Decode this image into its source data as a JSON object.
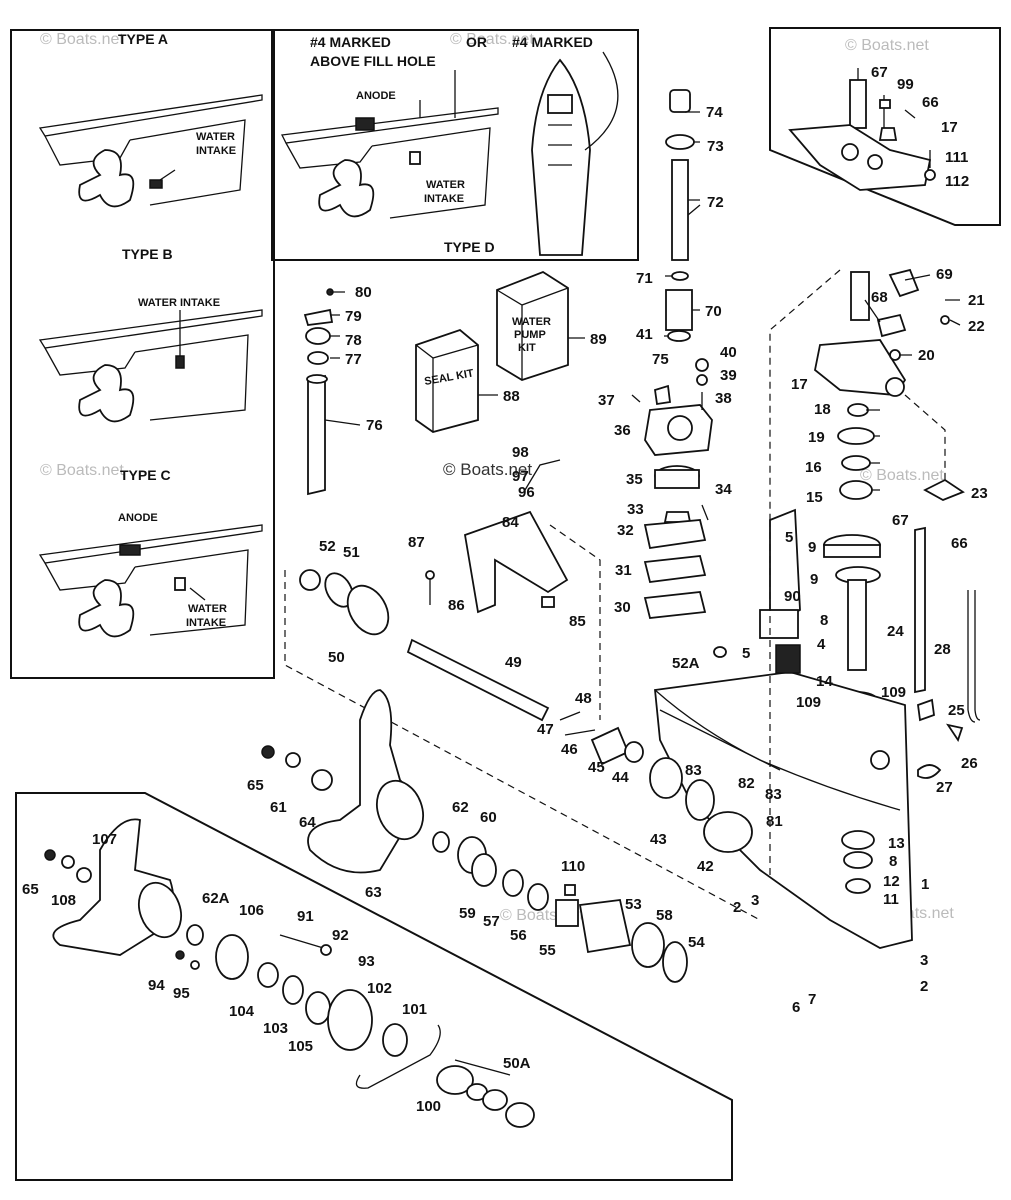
{
  "watermark": "© Boats.net",
  "watermark_inline": "© Boats.net",
  "inset_captions": {
    "type_a": "TYPE A",
    "type_b": "TYPE B",
    "type_c": "TYPE C",
    "type_d": "TYPE D",
    "water_intake_a_1": "WATER",
    "water_intake_a_2": "INTAKE",
    "water_intake_b": "WATER INTAKE",
    "anode_c": "ANODE",
    "water_intake_c_1": "WATER",
    "water_intake_c_2": "INTAKE",
    "marked_1": "#4 MARKED",
    "marked_2": "ABOVE FILL HOLE",
    "or": "OR",
    "marked_3": "#4 MARKED",
    "anode_d": "ANODE",
    "water_intake_d_1": "WATER",
    "water_intake_d_2": "INTAKE"
  },
  "box_labels": {
    "seal_kit": "SEAL KIT",
    "water_pump_kit_1": "WATER",
    "water_pump_kit_2": "PUMP",
    "water_pump_kit_3": "KIT"
  },
  "callouts": {
    "n1": "1",
    "n2a": "2",
    "n2b": "2",
    "n3a": "3",
    "n3b": "3",
    "n4": "4",
    "n5a": "5",
    "n5b": "5",
    "n6": "6",
    "n7": "7",
    "n8a": "8",
    "n8b": "8",
    "n9a": "9",
    "n9b": "9",
    "n11": "11",
    "n12": "12",
    "n13": "13",
    "n14": "14",
    "n15": "15",
    "n16": "16",
    "n17a": "17",
    "n17b": "17",
    "n18": "18",
    "n19": "19",
    "n20": "20",
    "n21": "21",
    "n22": "22",
    "n23": "23",
    "n24": "24",
    "n25": "25",
    "n26": "26",
    "n27": "27",
    "n28": "28",
    "n30": "30",
    "n31": "31",
    "n32": "32",
    "n33": "33",
    "n34": "34",
    "n35": "35",
    "n36": "36",
    "n37": "37",
    "n38": "38",
    "n39": "39",
    "n40": "40",
    "n41": "41",
    "n42": "42",
    "n43": "43",
    "n44": "44",
    "n45": "45",
    "n46": "46",
    "n47": "47",
    "n48": "48",
    "n49": "49",
    "n50": "50",
    "n50a": "50A",
    "n51": "51",
    "n52": "52",
    "n52a": "52A",
    "n53": "53",
    "n54": "54",
    "n55": "55",
    "n56": "56",
    "n57": "57",
    "n58": "58",
    "n59": "59",
    "n60": "60",
    "n61": "61",
    "n62": "62",
    "n62a": "62A",
    "n63": "63",
    "n64": "64",
    "n65a": "65",
    "n65b": "65",
    "n66a": "66",
    "n66b": "66",
    "n67a": "67",
    "n67b": "67",
    "n68": "68",
    "n69": "69",
    "n70": "70",
    "n71": "71",
    "n72": "72",
    "n73": "73",
    "n74": "74",
    "n75": "75",
    "n76": "76",
    "n77": "77",
    "n78": "78",
    "n79": "79",
    "n80": "80",
    "n81": "81",
    "n82": "82",
    "n83a": "83",
    "n83b": "83",
    "n84": "84",
    "n85": "85",
    "n86": "86",
    "n87": "87",
    "n88": "88",
    "n89": "89",
    "n90": "90",
    "n91": "91",
    "n92": "92",
    "n93": "93",
    "n94": "94",
    "n95": "95",
    "n96": "96",
    "n97": "97",
    "n98": "98",
    "n99": "99",
    "n100": "100",
    "n101": "101",
    "n102": "102",
    "n103": "103",
    "n104": "104",
    "n105": "105",
    "n106": "106",
    "n107": "107",
    "n108": "108",
    "n109a": "109",
    "n109b": "109",
    "n110": "110",
    "n111": "111",
    "n112": "112"
  }
}
